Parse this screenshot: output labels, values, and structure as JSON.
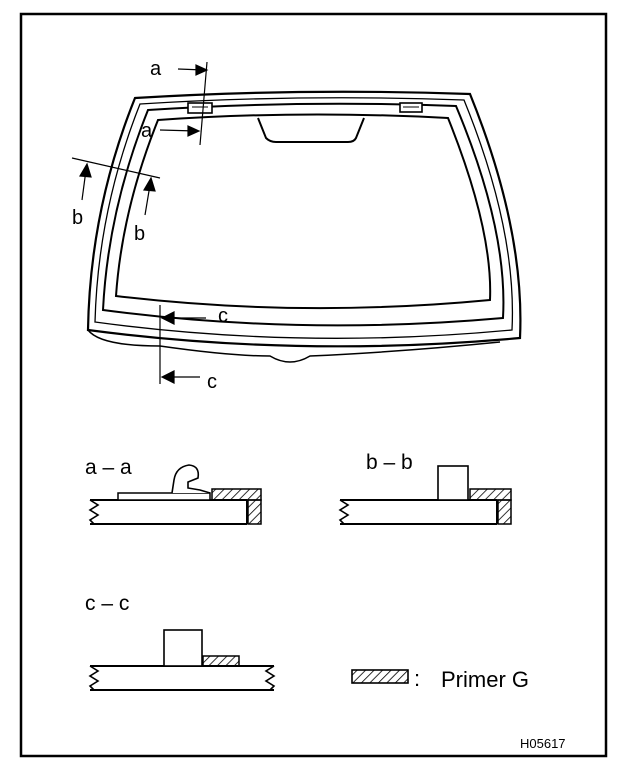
{
  "section_markers": {
    "a_top": "a",
    "a_inner": "a",
    "b_left": "b",
    "b_right": "b",
    "c_top": "c",
    "c_bottom": "c"
  },
  "sections": {
    "aa_title": "a – a",
    "bb_title": "b – b",
    "cc_title": "c – c"
  },
  "legend": {
    "separator": ":",
    "text": "Primer G"
  },
  "figure_code": "H05617"
}
